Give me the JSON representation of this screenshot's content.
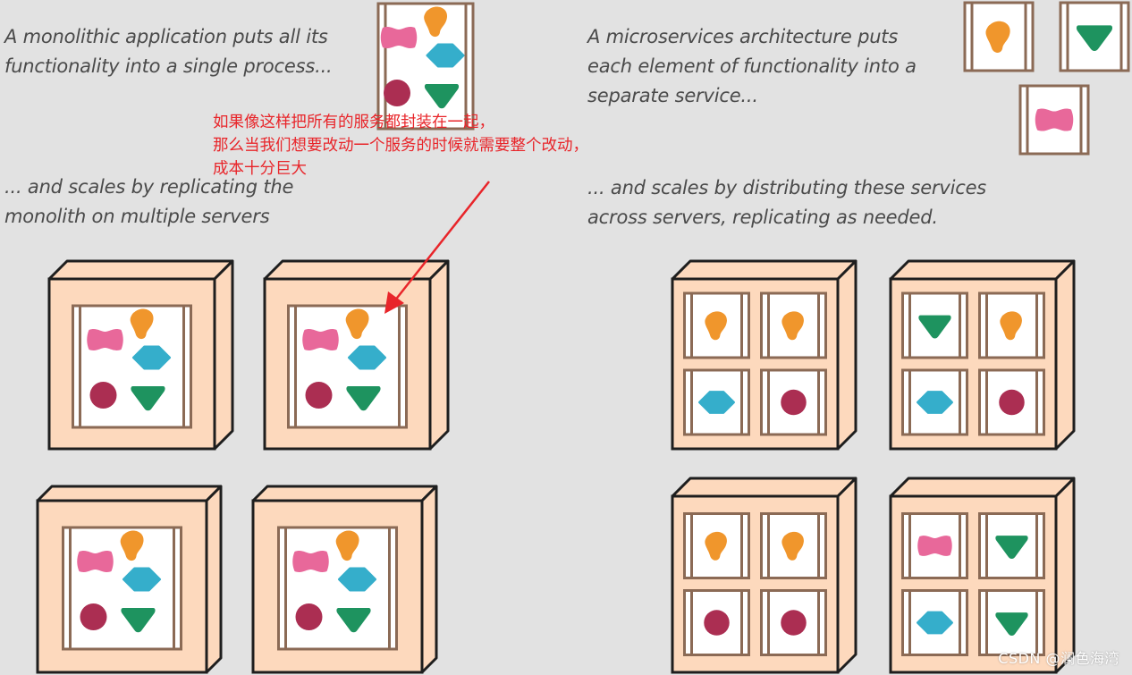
{
  "captions": {
    "monolith_process": "A monolithic application puts all its\nfunctionality into a single process...",
    "monolith_scale": "... and scales by replicating the\nmonolith on multiple servers",
    "micro_process": "A microservices architecture puts\neach element of functionality into a\nseparate service...",
    "micro_scale": "... and scales by distributing these services\nacross servers, replicating as needed."
  },
  "annotation": {
    "text": "如果像这样把所有的服务都封装在一起，\n那么当我们想要改动一个服务的时候就需要整个改动，\n成本十分巨大",
    "color": "#e8252a"
  },
  "watermark": "CSDN @澜色海湾",
  "colors": {
    "background": "#e2e2e2",
    "server_face": "#fdd9bd",
    "server_outline": "#1e1e1e",
    "frame_brown": "#8b6a55",
    "orange_service": "#f0962c",
    "pink_service": "#e8689a",
    "blue_service": "#35aecb",
    "crimson_service": "#ab2e52",
    "green_service": "#1e935f"
  },
  "service_shapes": [
    "orange-blob",
    "pink-bowtie",
    "blue-diamond",
    "crimson-circle",
    "green-triangle"
  ],
  "monolith_servers": 4,
  "micro_servers": [
    [
      "orange-blob",
      "orange-blob",
      "blue-diamond",
      "crimson-circle"
    ],
    [
      "green-triangle",
      "orange-blob",
      "blue-diamond",
      "crimson-circle"
    ],
    [
      "orange-blob",
      "orange-blob",
      "crimson-circle",
      "crimson-circle"
    ],
    [
      "pink-bowtie",
      "green-triangle",
      "blue-diamond",
      "green-triangle"
    ]
  ],
  "standalone_services": [
    "orange-blob",
    "green-triangle",
    "pink-bowtie"
  ]
}
